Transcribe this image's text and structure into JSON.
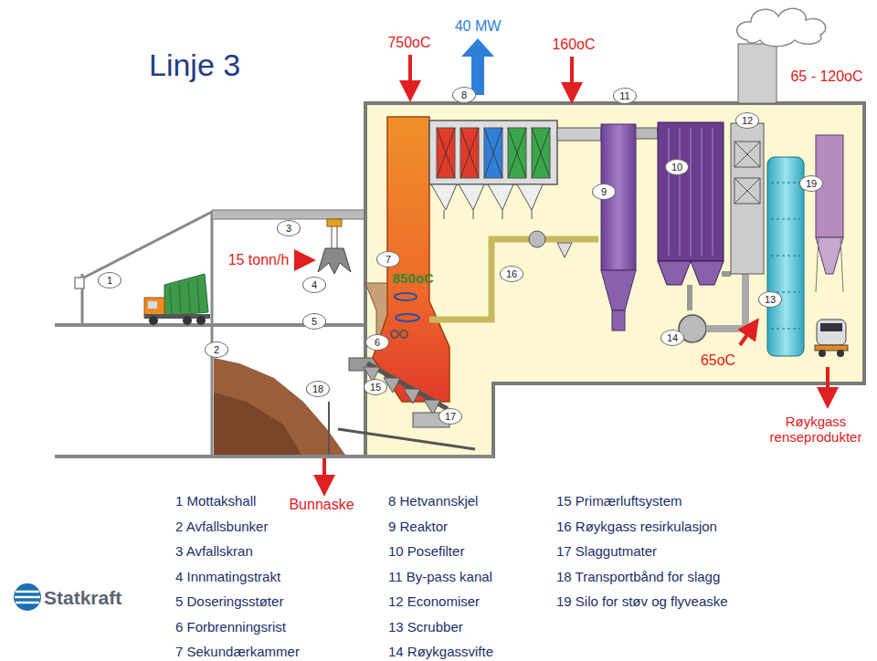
{
  "diagram": {
    "title": "Linje 3",
    "nodes": [
      {
        "text": [
          "8"
        ]
      },
      {
        "text": [
          "11"
        ]
      },
      {
        "text": [
          "12"
        ]
      },
      {
        "text": [
          "10"
        ]
      },
      {
        "text": [
          "9"
        ]
      },
      {
        "text": [
          "19"
        ]
      },
      {
        "text": [
          "3"
        ]
      },
      {
        "text": [
          "7"
        ]
      },
      {
        "text": [
          "1"
        ]
      },
      {
        "text": [
          "4"
        ]
      },
      {
        "text": [
          "16"
        ]
      },
      {
        "text": [
          "13"
        ]
      },
      {
        "text": [
          "5"
        ]
      },
      {
        "text": [
          "2"
        ]
      },
      {
        "text": [
          "6"
        ]
      },
      {
        "text": [
          "14"
        ]
      },
      {
        "text": [
          "18"
        ]
      },
      {
        "text": [
          "15"
        ]
      },
      {
        "text": [
          "17"
        ]
      }
    ],
    "labels": [
      "750oC",
      "40 MW",
      "160oC",
      "65 - 120oC",
      "15 tonn/h",
      "850oC",
      "65oC",
      "Røykgass renseprodukter",
      "Bunnaske",
      "1 Mottakshall",
      "2 Avfallsbunker",
      "3 Avfallskran",
      "4 Innmatingstrakt",
      "5 Doseringsstøter",
      "6 Forbrenningsrist",
      "7 Sekundærkammer",
      "8 Hetvannskjel",
      "9 Reaktor",
      "10 Posefilter",
      "11 By-pass kanal",
      "12 Economiser",
      "13 Scrubber",
      "14 Røykgassvifte",
      "15 Primærluftsystem",
      "16 Røykgass resirkulasjon",
      "17 Slaggutmater",
      "18 Transportbånd for slagg",
      "19 Silo for støv og flyveaske",
      "Statkraft"
    ]
  }
}
